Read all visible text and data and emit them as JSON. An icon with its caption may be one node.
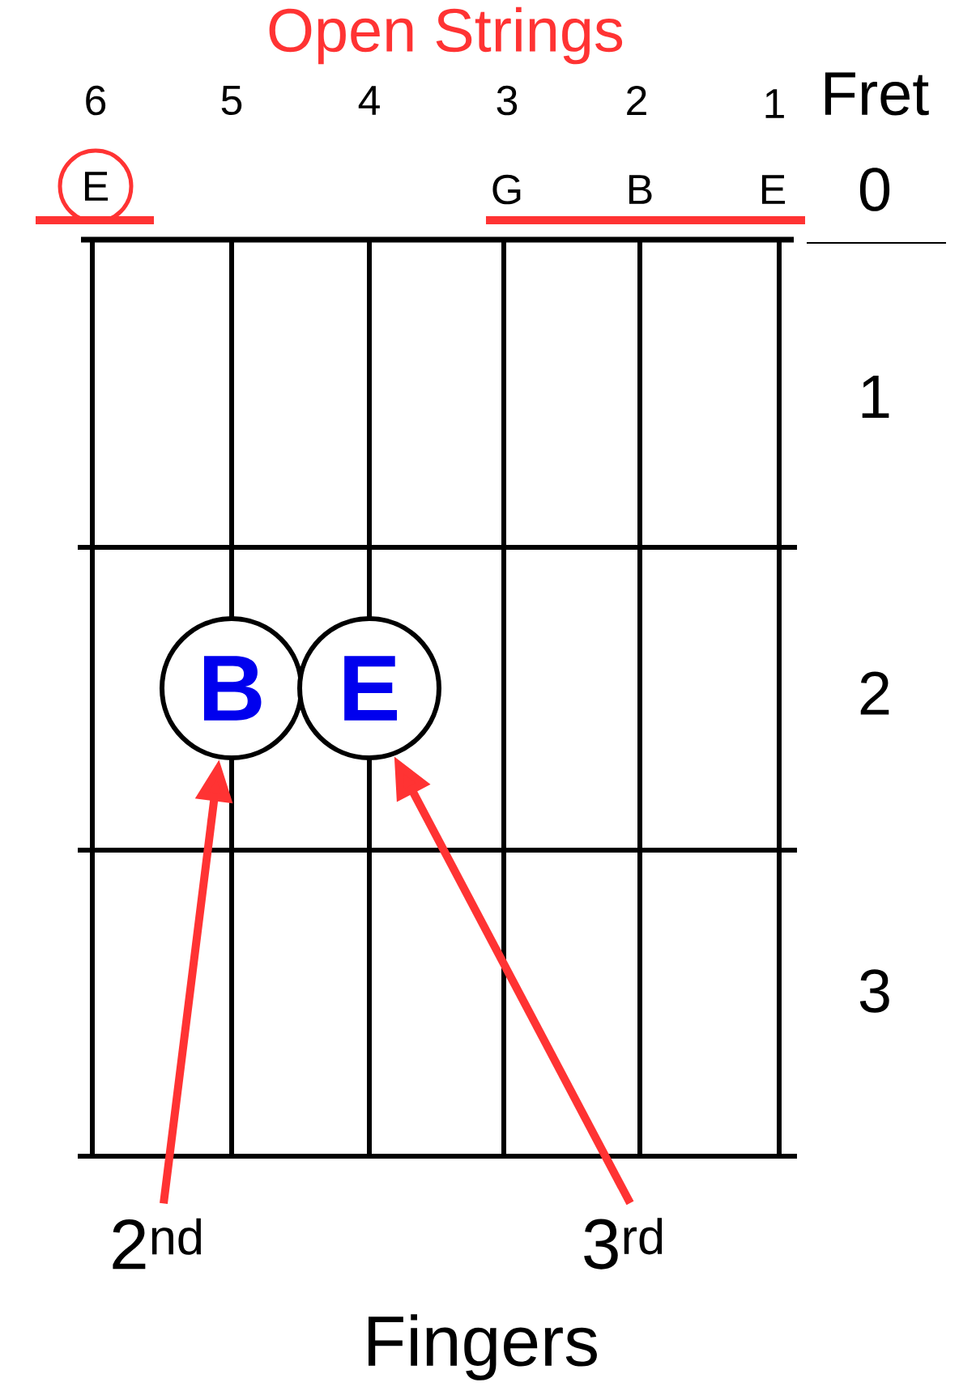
{
  "diagram": {
    "nodes": [
      {
        "text": [
          "B"
        ]
      },
      {
        "text": [
          "E"
        ]
      },
      {
        "text": [
          "2$^{nd}$"
        ]
      },
      {
        "text": [
          "3$^{rd}$"
        ]
      },
      {
        "text": [
          "E"
        ]
      }
    ],
    "edges": [
      {
        "from": 2,
        "to": 0,
        "arrow": "to"
      },
      {
        "from": 3,
        "to": 1,
        "arrow": "to"
      }
    ],
    "labels": [
      "Open Strings",
      "6",
      "5",
      "4",
      "3",
      "2",
      "1",
      "Fret",
      "G",
      "B",
      "E",
      "0",
      "1",
      "2",
      "3",
      "Fingers"
    ]
  }
}
